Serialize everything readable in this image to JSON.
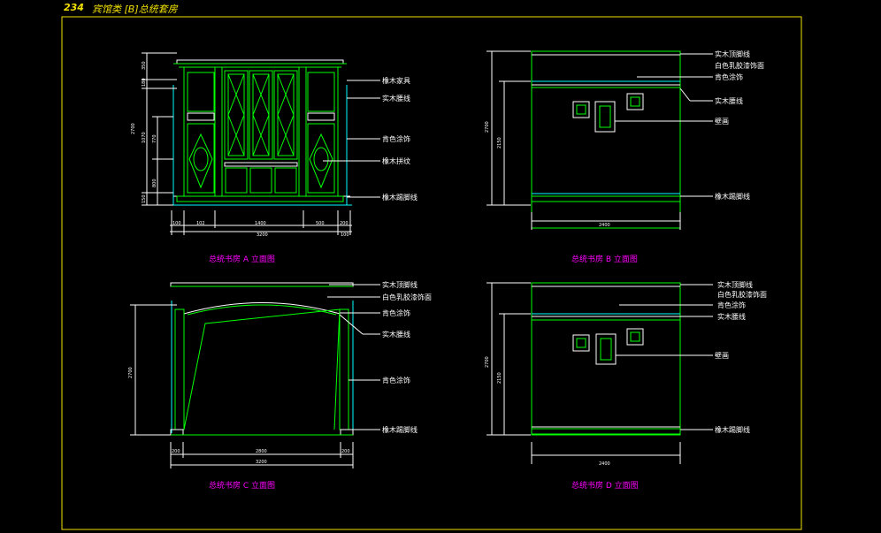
{
  "header": {
    "page_number": "234",
    "title": "宾馆类 [B]总统套房"
  },
  "colors": {
    "background": "#000000",
    "frame": "#f0e000",
    "geometry": "#00ff00",
    "accent": "#00ffff",
    "labels": "#ffffff",
    "captions": "#ff00ff",
    "dims": "#ffffff"
  },
  "views": {
    "a": {
      "caption": "总统书房 A 立面图",
      "labels": [
        "橡木家具",
        "实木腰线",
        "肯色涂饰",
        "橡木拼纹",
        "橡木踢脚线"
      ],
      "dims_left": [
        "350",
        "180",
        "2700",
        "1070",
        "770",
        "800",
        "150"
      ],
      "dims_bottom": [
        "100",
        "102",
        "1400",
        "500",
        "200",
        "100"
      ],
      "dim_total": "3200"
    },
    "b": {
      "caption": "总统书房 B 立面图",
      "labels": [
        "实木顶脚线",
        "白色乳胶漆饰面",
        "肯色涂饰",
        "实木腰线",
        "壁画",
        "橡木踢脚线"
      ],
      "dims_left": [
        "2700",
        "2150"
      ],
      "dim_bottom": "2400"
    },
    "c": {
      "caption": "总统书房 C 立面图",
      "labels": [
        "实木顶脚线",
        "白色乳胶漆饰面",
        "肯色涂饰",
        "实木腰线",
        "肯色涂饰",
        "橡木踢脚线"
      ],
      "dims_left": [
        "2700"
      ],
      "dims_bottom": [
        "200",
        "2800",
        "200"
      ],
      "dim_total": "3200"
    },
    "d": {
      "caption": "总统书房 D 立面图",
      "labels": [
        "实木顶脚线",
        "白色乳胶漆饰面",
        "肯色涂饰",
        "实木腰线",
        "壁画",
        "橡木踢脚线"
      ],
      "dims_left": [
        "2700",
        "2150"
      ],
      "dim_bottom": "2400"
    }
  }
}
